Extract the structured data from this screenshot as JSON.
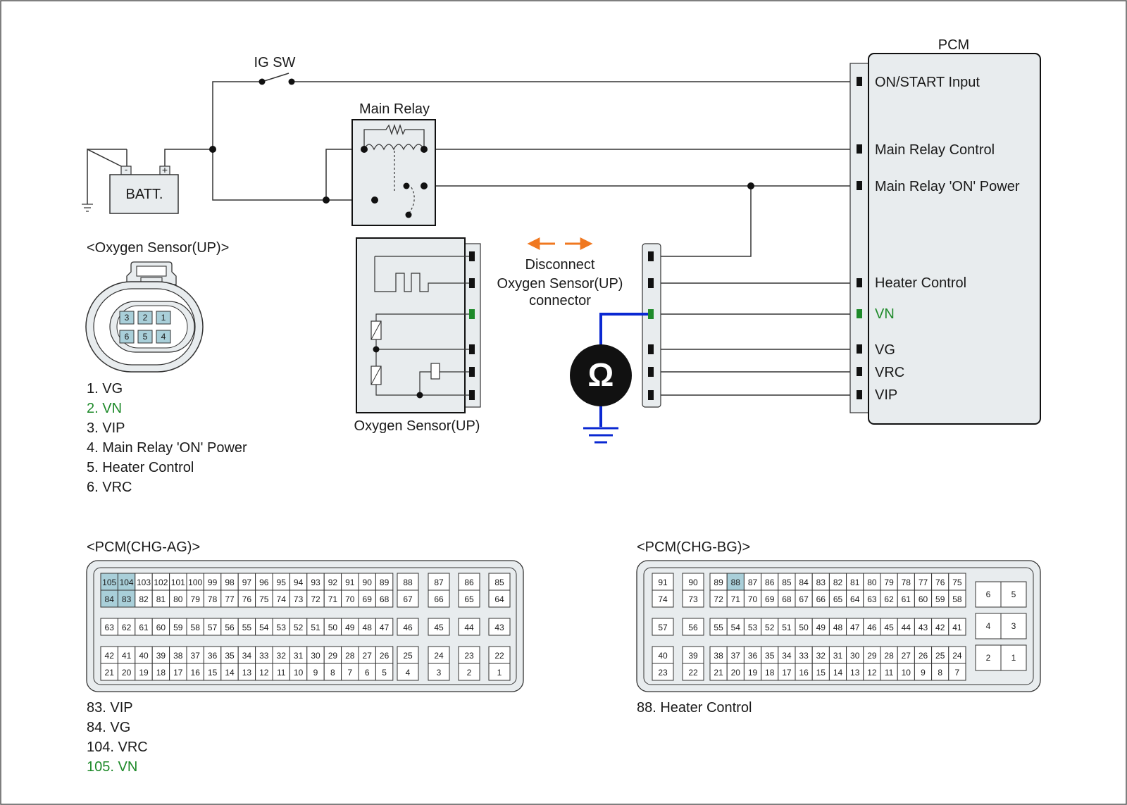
{
  "colors": {
    "wire": "#333333",
    "panel": "#e8ecee",
    "highlight_pin": "#a9cfd9",
    "vn_green": "#1e8a2a",
    "meter_lead": "#0a28d2",
    "arrow": "#f07820"
  },
  "labels": {
    "ig_sw": "IG SW",
    "batt": "BATT.",
    "batt_neg": "-",
    "batt_pos": "+",
    "main_relay": "Main Relay",
    "pcm": "PCM",
    "pcm_pins": {
      "on_start": "ON/START Input",
      "relay_control": "Main Relay Control",
      "relay_on_power": "Main Relay 'ON' Power",
      "heater_control": "Heater Control",
      "vn": "VN",
      "vg": "VG",
      "vrc": "VRC",
      "vip": "VIP"
    },
    "disconnect": [
      "Disconnect",
      "Oxygen Sensor(UP)",
      "connector"
    ],
    "ohmmeter_symbol": "Ω",
    "sensor_caption": "Oxygen Sensor(UP)",
    "sensor_title": "<Oxygen Sensor(UP)>",
    "sensor_connector_pins": [
      "3",
      "2",
      "1",
      "6",
      "5",
      "4"
    ],
    "sensor_pin_list": [
      "1. VG",
      "2. VN",
      "3. VIP",
      "4. Main Relay 'ON' Power",
      "5. Heater Control",
      "6. VRC"
    ],
    "pcm_ag_title": "<PCM(CHG-AG)>",
    "pcm_bg_title": "<PCM(CHG-BG)>",
    "pcm_ag_pin_list": [
      "83. VIP",
      "84. VG",
      "104. VRC",
      "105. VN"
    ],
    "pcm_bg_pin_list": [
      "88. Heater Control"
    ]
  },
  "pcm_ag": {
    "highlight": [
      "105",
      "104",
      "84",
      "83"
    ],
    "main_rows": [
      [
        "105",
        "104",
        "103",
        "102",
        "101",
        "100",
        "99",
        "98",
        "97",
        "96",
        "95",
        "94",
        "93",
        "92",
        "91",
        "90",
        "89"
      ],
      [
        "84",
        "83",
        "82",
        "81",
        "80",
        "79",
        "78",
        "77",
        "76",
        "75",
        "74",
        "73",
        "72",
        "71",
        "70",
        "69",
        "68"
      ],
      [
        "63",
        "62",
        "61",
        "60",
        "59",
        "58",
        "57",
        "56",
        "55",
        "54",
        "53",
        "52",
        "51",
        "50",
        "49",
        "48",
        "47"
      ],
      [
        "42",
        "41",
        "40",
        "39",
        "38",
        "37",
        "36",
        "35",
        "34",
        "33",
        "32",
        "31",
        "30",
        "29",
        "28",
        "27",
        "26"
      ],
      [
        "21",
        "20",
        "19",
        "18",
        "17",
        "16",
        "15",
        "14",
        "13",
        "12",
        "11",
        "10",
        "9",
        "8",
        "7",
        "6",
        "5"
      ]
    ],
    "side_rows": [
      [
        "88",
        "87",
        "86",
        "85"
      ],
      [
        "67",
        "66",
        "65",
        "64"
      ],
      [
        "46",
        "45",
        "44",
        "43"
      ],
      [
        "25",
        "24",
        "23",
        "22"
      ],
      [
        "4",
        "3",
        "2",
        "1"
      ]
    ]
  },
  "pcm_bg": {
    "highlight": [
      "88"
    ],
    "left_rows": [
      [
        "91",
        "90"
      ],
      [
        "74",
        "73"
      ],
      [
        "57",
        "56"
      ],
      [
        "40",
        "39"
      ],
      [
        "23",
        "22"
      ]
    ],
    "main_rows": [
      [
        "89",
        "88",
        "87",
        "86",
        "85",
        "84",
        "83",
        "82",
        "81",
        "80",
        "79",
        "78",
        "77",
        "76",
        "75"
      ],
      [
        "72",
        "71",
        "70",
        "69",
        "68",
        "67",
        "66",
        "65",
        "64",
        "63",
        "62",
        "61",
        "60",
        "59",
        "58"
      ],
      [
        "55",
        "54",
        "53",
        "52",
        "51",
        "50",
        "49",
        "48",
        "47",
        "46",
        "45",
        "44",
        "43",
        "42",
        "41"
      ],
      [
        "38",
        "37",
        "36",
        "35",
        "34",
        "33",
        "32",
        "31",
        "30",
        "29",
        "28",
        "27",
        "26",
        "25",
        "24"
      ],
      [
        "21",
        "20",
        "19",
        "18",
        "17",
        "16",
        "15",
        "14",
        "13",
        "12",
        "11",
        "10",
        "9",
        "8",
        "7"
      ]
    ],
    "right_rows": [
      [
        "6",
        "5"
      ],
      [
        "4",
        "3"
      ],
      [
        "2",
        "1"
      ]
    ]
  }
}
